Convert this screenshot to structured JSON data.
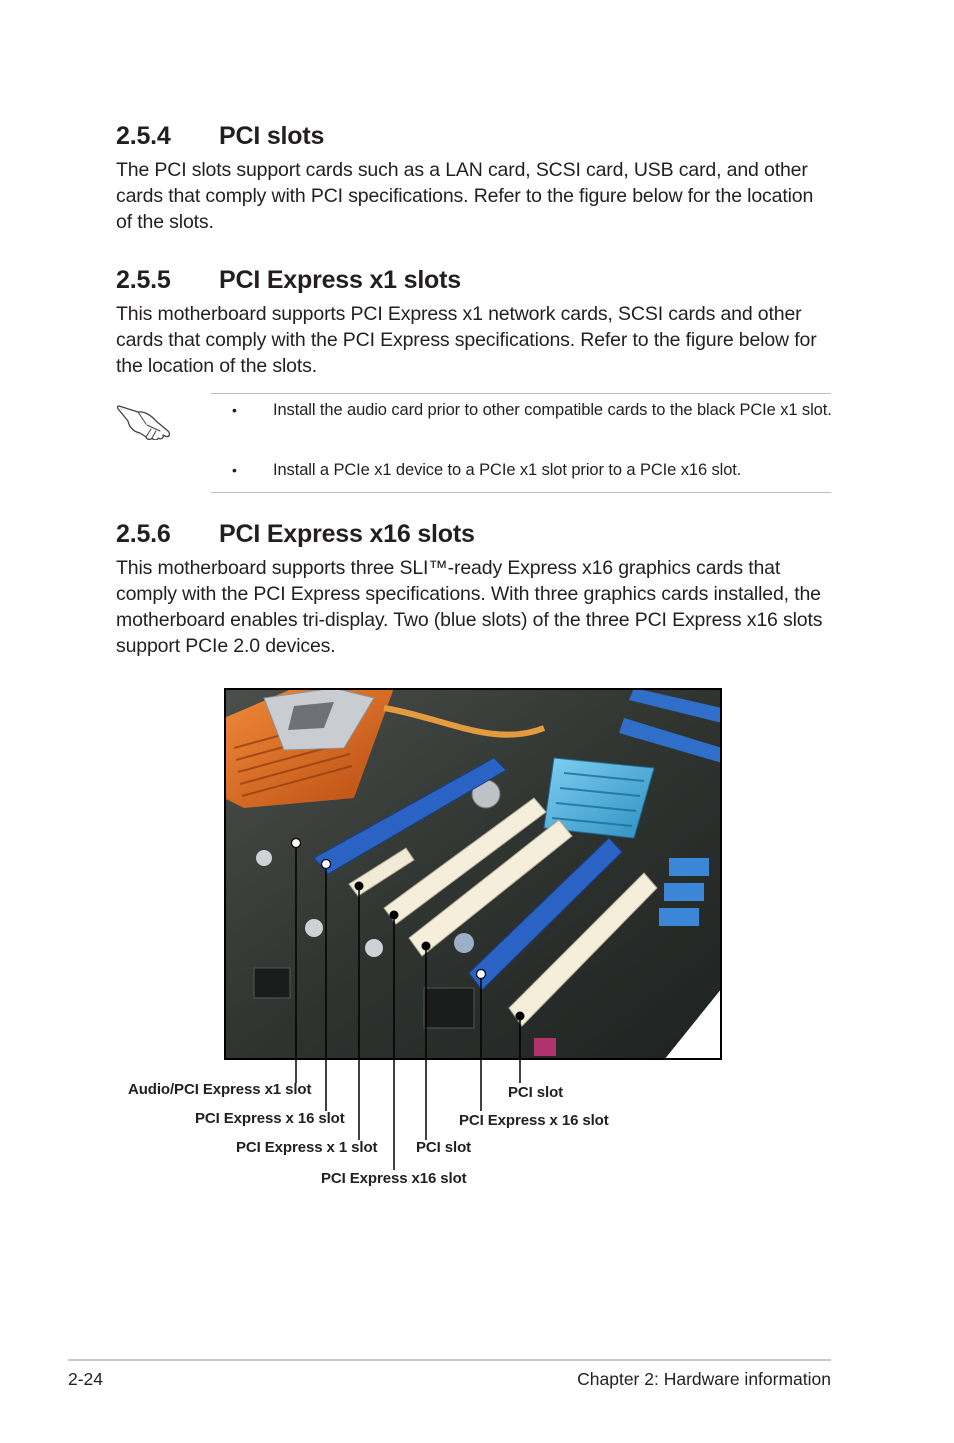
{
  "sections": [
    {
      "number": "2.5.4",
      "title": "PCI slots",
      "body": "The PCI slots support cards such as a LAN card, SCSI card, USB card, and other cards that comply with PCI specifications. Refer to the figure below for the location of the slots."
    },
    {
      "number": "2.5.5",
      "title": "PCI Express x1 slots",
      "body": "This motherboard supports PCI Express x1 network cards, SCSI cards and other cards that comply with the PCI Express specifications. Refer to the figure below for the location of the slots."
    },
    {
      "number": "2.5.6",
      "title": "PCI Express x16 slots",
      "body": "This motherboard supports three SLI™-ready Express x16 graphics cards that comply with the PCI Express specifications. With three graphics cards installed, the motherboard enables tri-display. Two (blue slots) of the three PCI Express x16 slots support PCIe 2.0 devices."
    }
  ],
  "note": {
    "icon": "hand-pointing-icon",
    "bullets": [
      "Install the audio card prior to other compatible cards to the black PCIe x1 slot.",
      "Install a PCIe x1 device to a PCIe x1 slot prior to a PCIe x16 slot."
    ]
  },
  "figure": {
    "labels": [
      "Audio/PCI Express x1 slot",
      "PCI Express x 16 slot",
      "PCI Express x 1 slot",
      "PCI Express x16 slot",
      "PCI slot",
      "PCI Express x 16 slot",
      "PCI slot"
    ]
  },
  "footer": {
    "page_number": "2-24",
    "chapter": "Chapter 2: Hardware information"
  }
}
